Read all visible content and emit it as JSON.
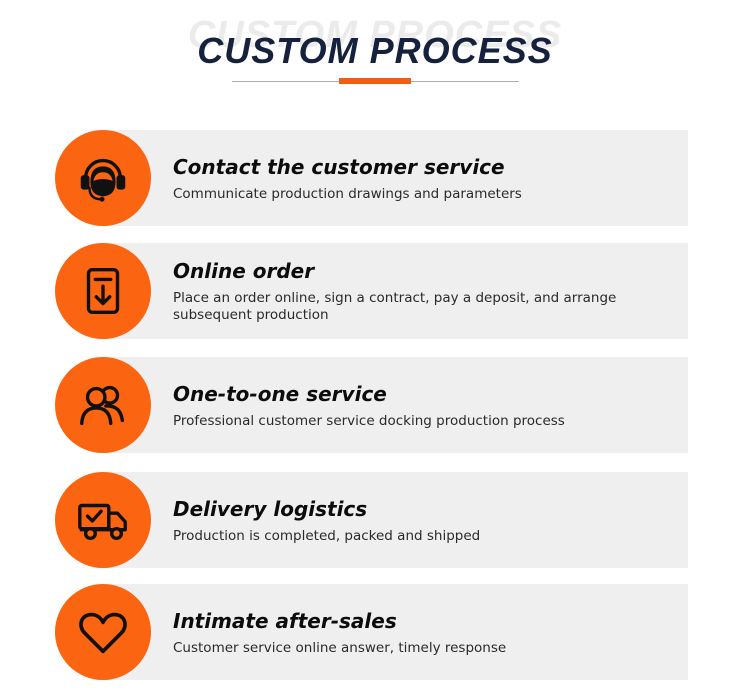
{
  "header": {
    "watermark": "CUSTOM PROCESS",
    "title": "CUSTOM PROCESS"
  },
  "colors": {
    "accent": "#fb6410",
    "title": "#15213d",
    "panel": "#efefef"
  },
  "steps": [
    {
      "icon": "headset-icon",
      "title": "Contact the customer service",
      "description": "Communicate production drawings and parameters"
    },
    {
      "icon": "order-document-icon",
      "title": "Online order",
      "description": "Place an order online, sign a contract, pay a deposit, and arrange subsequent production"
    },
    {
      "icon": "users-icon",
      "title": "One-to-one service",
      "description": "Professional customer service docking production process"
    },
    {
      "icon": "delivery-truck-icon",
      "title": "Delivery logistics",
      "description": "Production is completed, packed and shipped"
    },
    {
      "icon": "heart-icon",
      "title": "Intimate after-sales",
      "description": "Customer service online answer, timely response"
    }
  ]
}
